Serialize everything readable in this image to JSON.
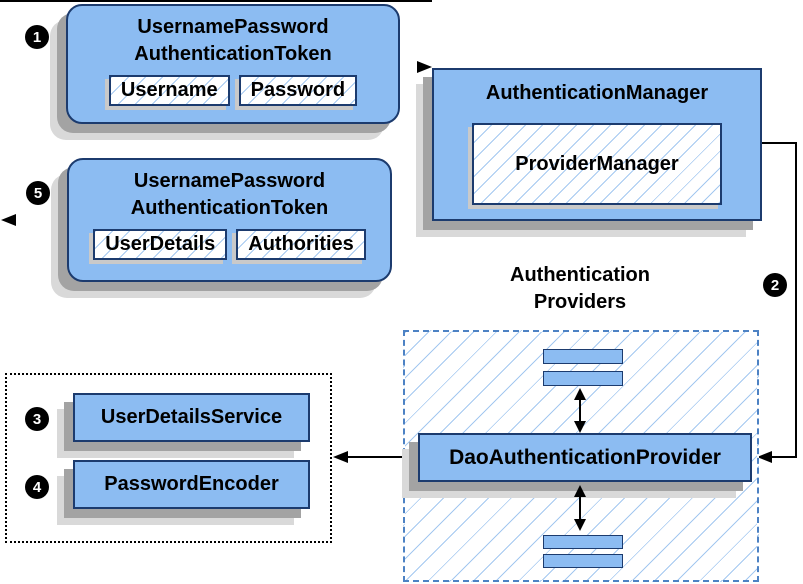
{
  "badges": {
    "step1": "1",
    "step2": "2",
    "step3": "3",
    "step4": "4",
    "step5": "5"
  },
  "nodes": {
    "request_token": {
      "title_line1": "UsernamePassword",
      "title_line2": "AuthenticationToken",
      "fields": [
        "Username",
        "Password"
      ]
    },
    "authentication_manager": {
      "title": "AuthenticationManager",
      "inner": "ProviderManager"
    },
    "response_token": {
      "title_line1": "UsernamePassword",
      "title_line2": "AuthenticationToken",
      "fields": [
        "UserDetails",
        "Authorities"
      ]
    },
    "authentication_providers_label": {
      "line1": "Authentication",
      "line2": "Providers"
    },
    "dao_authentication_provider": {
      "title": "DaoAuthenticationProvider"
    },
    "user_details_service": {
      "title": "UserDetailsService"
    },
    "password_encoder": {
      "title": "PasswordEncoder"
    }
  },
  "colors": {
    "node_fill": "#8cbcf2",
    "node_border": "#1c3b6e",
    "hatch_line": "#a4c8f0",
    "dashed_border": "#4d82c4",
    "shadow_dark": "#a3a3a3",
    "shadow_light": "#d9d9d9",
    "badge_bg": "#000000",
    "badge_text": "#ffffff"
  }
}
